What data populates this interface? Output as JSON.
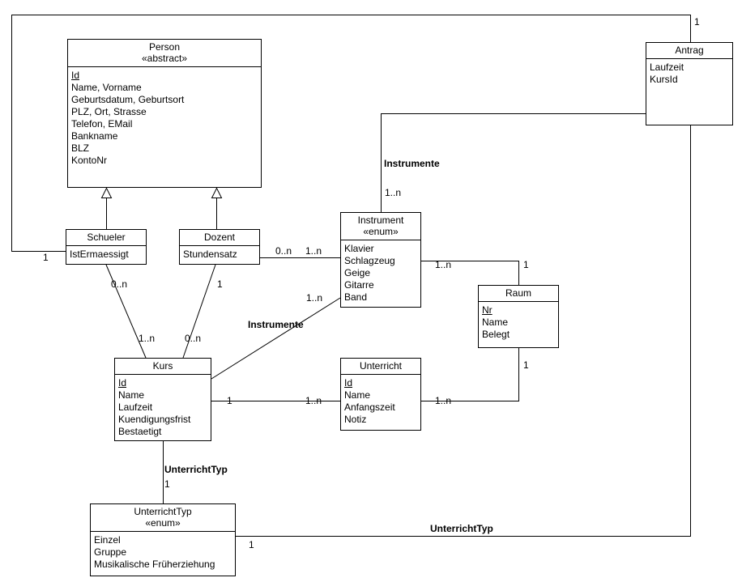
{
  "classes": {
    "person": {
      "name": "Person",
      "stereotype": "«abstract»",
      "attrs": [
        "Id",
        "Name, Vorname",
        "Geburtsdatum, Geburtsort",
        "PLZ, Ort, Strasse",
        "Telefon, EMail",
        "Bankname",
        "BLZ",
        "KontoNr"
      ]
    },
    "antrag": {
      "name": "Antrag",
      "attrs": [
        "Laufzeit",
        "KursId"
      ]
    },
    "schueler": {
      "name": "Schueler",
      "attrs": [
        "IstErmaessigt"
      ]
    },
    "dozent": {
      "name": "Dozent",
      "attrs": [
        "Stundensatz"
      ]
    },
    "instrument": {
      "name": "Instrument",
      "stereotype": "«enum»",
      "attrs": [
        "Klavier",
        "Schlagzeug",
        "Geige",
        "Gitarre",
        "Band"
      ]
    },
    "raum": {
      "name": "Raum",
      "attrs": [
        "Nr",
        "Name",
        "Belegt"
      ]
    },
    "kurs": {
      "name": "Kurs",
      "attrs": [
        "Id",
        "Name",
        "Laufzeit",
        "Kuendigungsfrist",
        "Bestaetigt"
      ]
    },
    "unterricht": {
      "name": "Unterricht",
      "attrs": [
        "Id",
        "Name",
        "Anfangszeit",
        "Notiz"
      ]
    },
    "unterrichttyp": {
      "name": "UnterrichtTyp",
      "stereotype": "«enum»",
      "attrs": [
        "Einzel",
        "Gruppe",
        "Musikalische Früherziehung"
      ]
    }
  },
  "edge_labels": {
    "antrag_instrument": "Instrumente",
    "kurs_instrument": "Instrumente",
    "kurs_unterrichttyp": "UnterrichtTyp",
    "antrag_unterrichttyp": "UnterrichtTyp"
  },
  "mult": {
    "schueler_antrag_at_schueler": "1",
    "schueler_antrag_at_antrag": "1",
    "antrag_instrument_at_instrument": "1..n",
    "dozent_instrument_at_dozent": "0..n",
    "dozent_instrument_at_instrument": "1..n",
    "instrument_raum_at_instrument": "1..n",
    "instrument_raum_at_raum": "1",
    "raum_unterricht_at_raum": "1",
    "raum_unterricht_at_unterricht": "1..n",
    "kurs_unterricht_at_kurs": "1",
    "kurs_unterricht_at_unterricht": "1..n",
    "kurs_instrument_at_instrument": "1..n",
    "schueler_kurs_at_schueler": "0..n",
    "schueler_kurs_at_kurs": "1..n",
    "dozent_kurs_at_dozent": "1",
    "dozent_kurs_at_kurs": "0..n",
    "kurs_unterrichttyp_at_unterrichttyp": "1",
    "antrag_unterrichttyp_at_unterrichttyp": "1"
  }
}
